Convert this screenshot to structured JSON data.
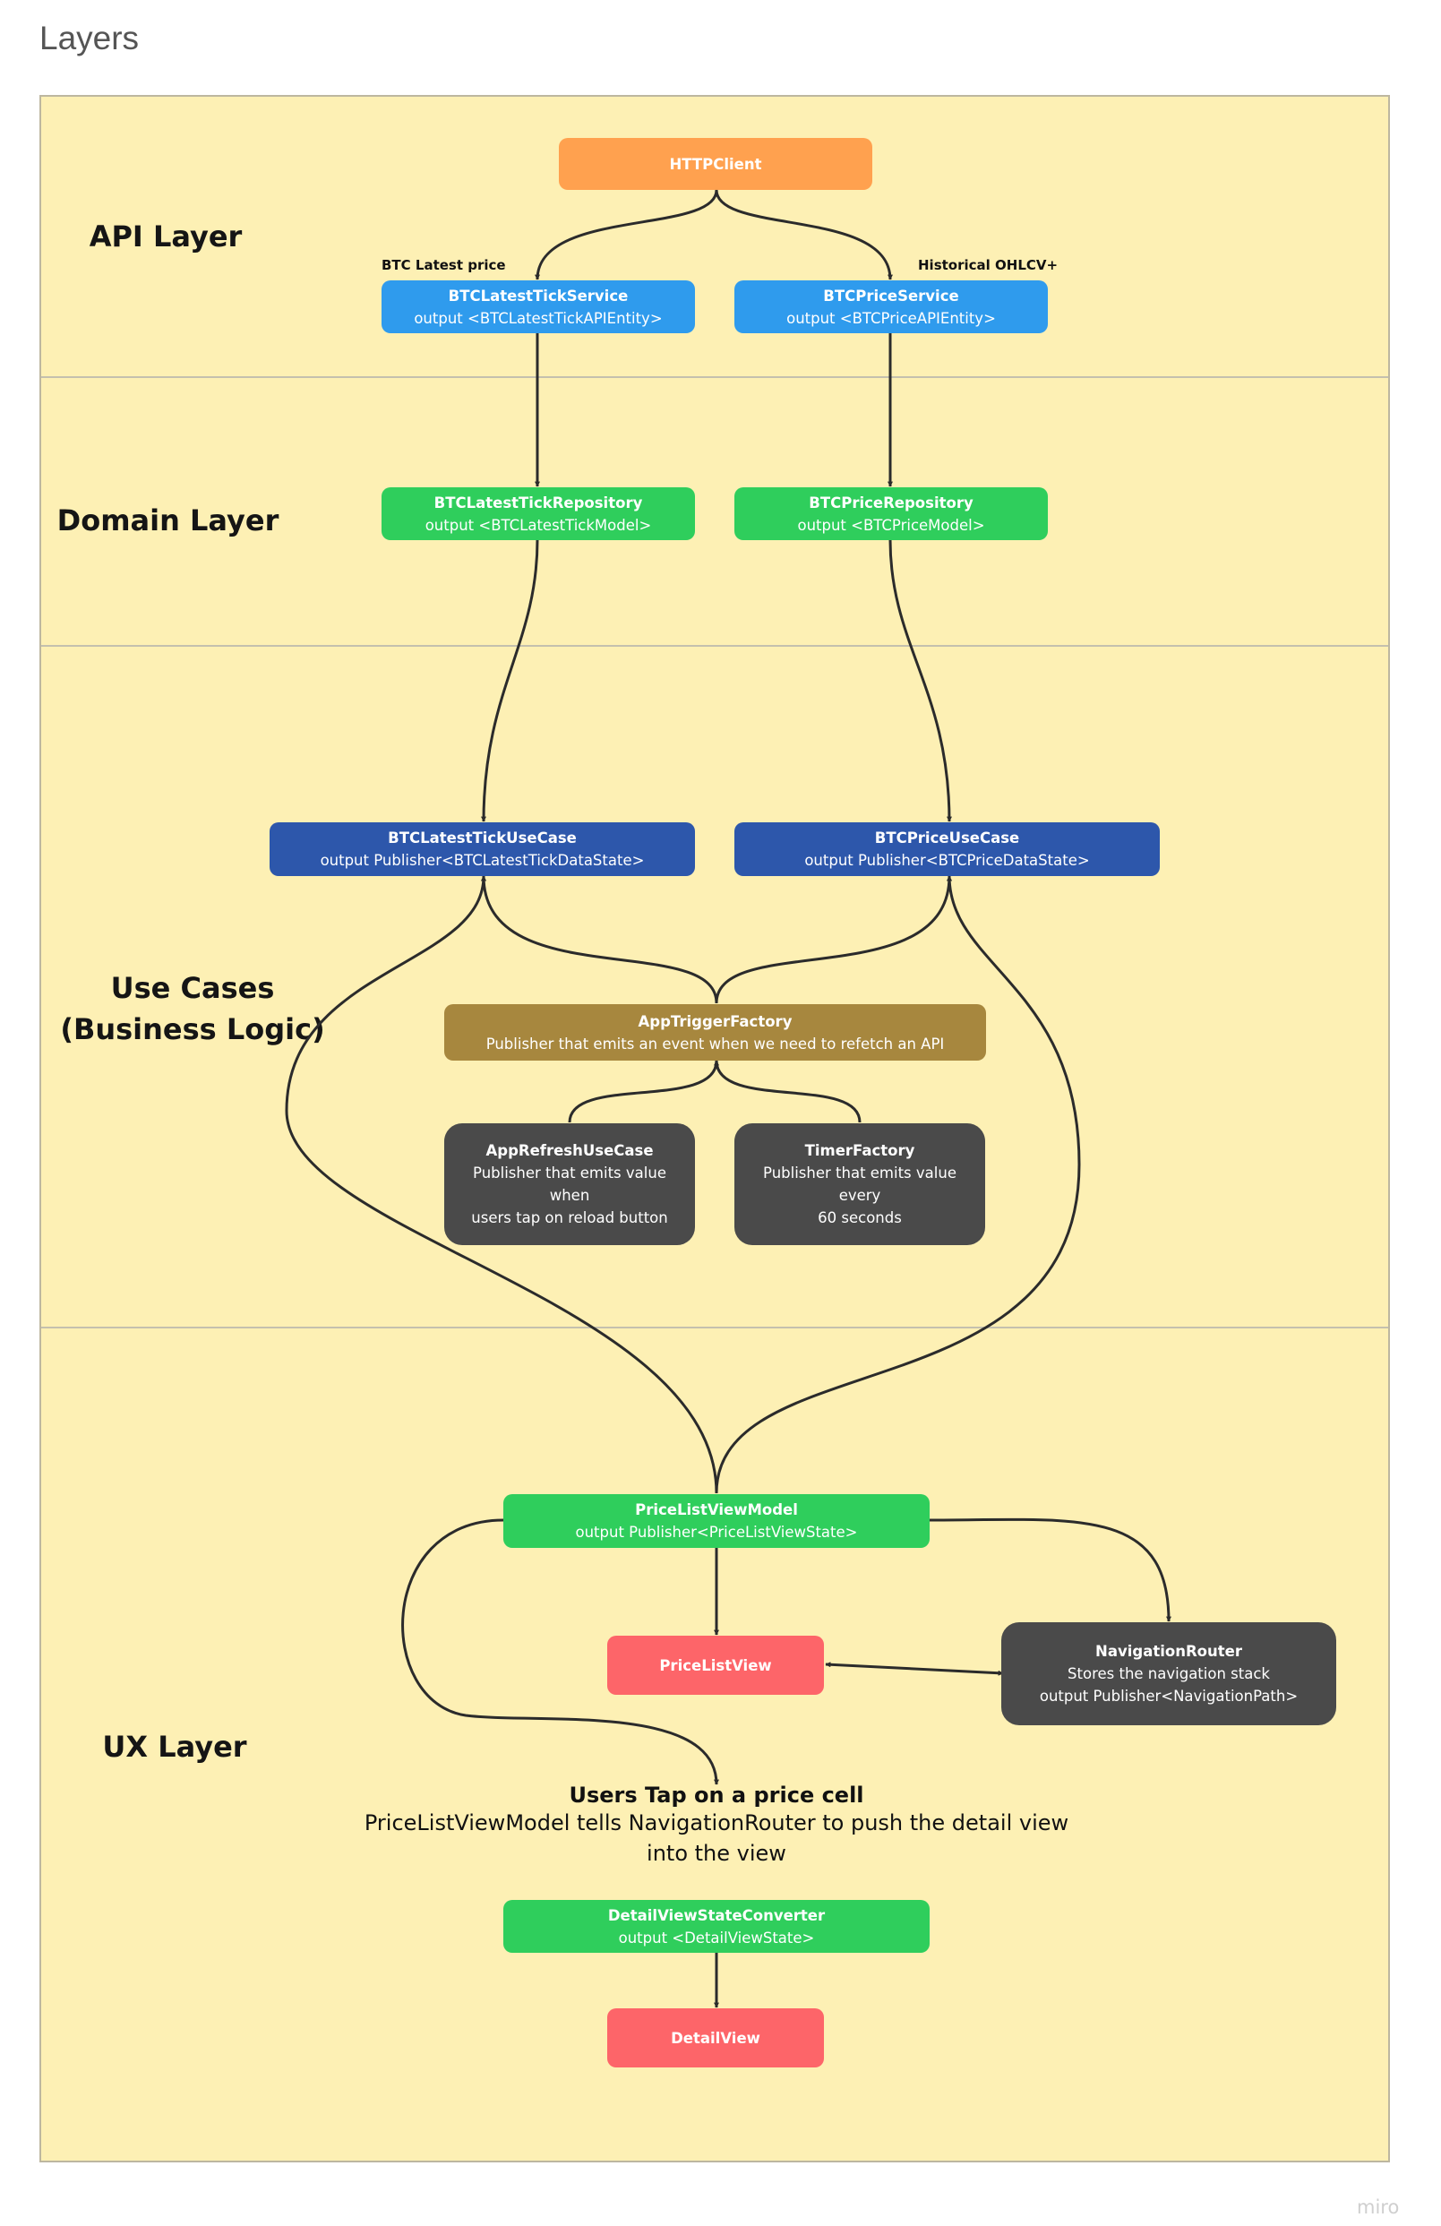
{
  "page": {
    "title": "Layers"
  },
  "layers": [
    {
      "id": "api",
      "label": "API Layer"
    },
    {
      "id": "domain",
      "label": "Domain Layer"
    },
    {
      "id": "usecases",
      "label": "Use Cases\n(Business Logic)"
    },
    {
      "id": "ux",
      "label": "UX Layer"
    }
  ],
  "edge_labels": {
    "btc_latest_price": "BTC Latest price",
    "historical_ohlcv": "Historical OHLCV+"
  },
  "nodes": {
    "http_client": {
      "title": "HTTPClient"
    },
    "btc_latest_tick_service": {
      "title": "BTCLatestTickService",
      "subtitle": "output  <BTCLatestTickAPIEntity>"
    },
    "btc_price_service": {
      "title": "BTCPriceService",
      "subtitle": "output <BTCPriceAPIEntity>"
    },
    "btc_latest_tick_repository": {
      "title": "BTCLatestTickRepository",
      "subtitle": "output  <BTCLatestTickModel>"
    },
    "btc_price_repository": {
      "title": "BTCPriceRepository",
      "subtitle": "output <BTCPriceModel>"
    },
    "btc_latest_tick_use_case": {
      "title": "BTCLatestTickUseCase",
      "subtitle": "output  Publisher<BTCLatestTickDataState>"
    },
    "btc_price_use_case": {
      "title": "BTCPriceUseCase",
      "subtitle": "output  Publisher<BTCPriceDataState>"
    },
    "app_trigger_factory": {
      "title": "AppTriggerFactory",
      "subtitle": "Publisher that emits an event when we need to refetch an API"
    },
    "app_refresh_use_case": {
      "title": "AppRefreshUseCase",
      "line1": "Publisher that emits value when",
      "line2": "users tap on reload button"
    },
    "timer_factory": {
      "title": "TimerFactory",
      "line1": "Publisher that emits value every",
      "line2": "60 seconds"
    },
    "price_list_view_model": {
      "title": "PriceListViewModel",
      "subtitle": "output  Publisher<PriceListViewState>"
    },
    "price_list_view": {
      "title": "PriceListView"
    },
    "navigation_router": {
      "title": "NavigationRouter",
      "line1": "Stores the navigation stack",
      "line2": "output Publisher<NavigationPath>"
    },
    "detail_view_state_converter": {
      "title": "DetailViewStateConverter",
      "subtitle": "output  <DetailViewState>"
    },
    "detail_view": {
      "title": "DetailView"
    }
  },
  "note": {
    "title": "Users Tap on a price cell",
    "line1": "PriceListViewModel tells NavigationRouter to push the detail view",
    "line2": "into the view"
  },
  "watermark": "miro",
  "colors": {
    "board": "#fdf0b4",
    "orange": "#ffa14f",
    "blue": "#2f9bed",
    "green": "#2fce5c",
    "navy": "#2d57ab",
    "olive": "#a7873e",
    "dark": "#4a4a4a",
    "red": "#fd6569",
    "connector": "#2b2b2b"
  }
}
